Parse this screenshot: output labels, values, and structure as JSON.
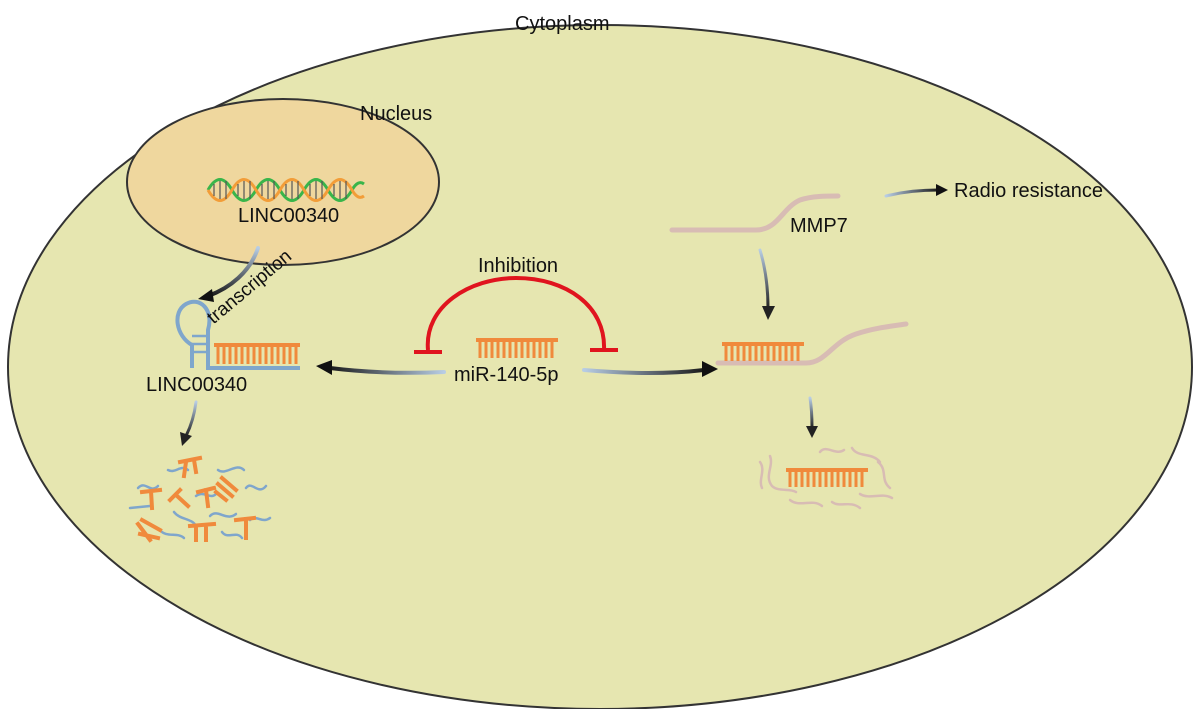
{
  "labels": {
    "cytoplasm": "Cytoplasm",
    "nucleus": "Nucleus",
    "linc_gene": "LINC00340",
    "transcription": "transcription",
    "linc_rna": "LINC00340",
    "inhibition": "Inhibition",
    "mirna": "miR-140-5p",
    "mmp7": "MMP7",
    "radio_resistance": "Radio resistance"
  },
  "colors": {
    "cytoplasm_fill": "#e6e6b0",
    "nucleus_fill": "#efd79e",
    "outline": "#333333",
    "mirna_orange": "#f08a3c",
    "linc_blue": "#7fa6cc",
    "mmp7_pink": "#d8bcb4",
    "inhibition_red": "#e0141e",
    "dna_green": "#39b54a",
    "dna_orange": "#f29d38"
  }
}
